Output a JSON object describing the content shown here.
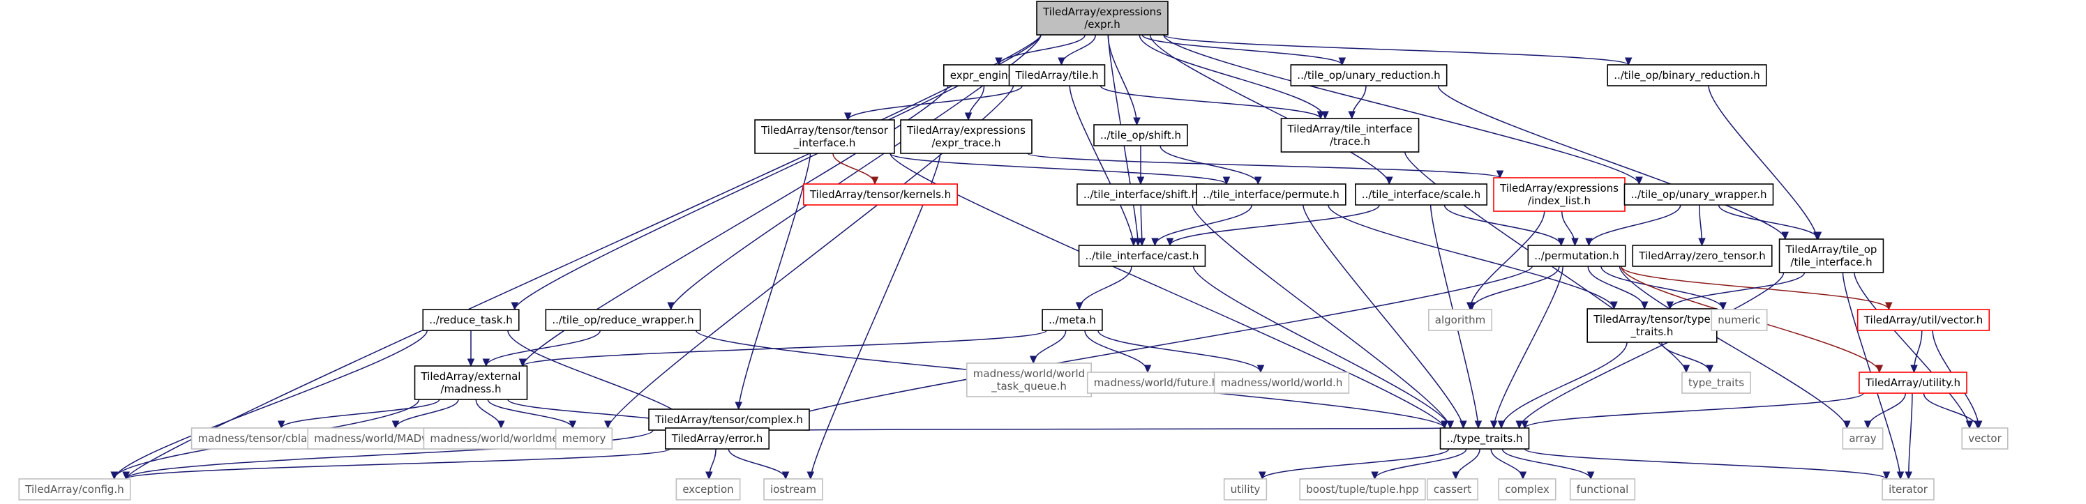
{
  "graph": {
    "colors": {
      "edge": "#191970",
      "edge_highlight": "#8b1a1a",
      "root_fill": "#bfbfbf",
      "node_border": "#000000",
      "undocumented_border": "#bfbfbf",
      "truncated_border": "#ff0000",
      "text": "#000000",
      "undocumented_text": "#555555"
    },
    "nodes": [
      {
        "id": "expr",
        "lines": [
          "TiledArray/expressions",
          "/expr.h"
        ],
        "style": "root"
      },
      {
        "id": "expr_engine",
        "lines": [
          "expr_engine.h"
        ],
        "style": "normal"
      },
      {
        "id": "tile",
        "lines": [
          "TiledArray/tile.h"
        ],
        "style": "normal"
      },
      {
        "id": "unary_reduction",
        "lines": [
          "../tile_op/unary_reduction.h"
        ],
        "style": "normal"
      },
      {
        "id": "binary_reduction",
        "lines": [
          "../tile_op/binary_reduction.h"
        ],
        "style": "normal"
      },
      {
        "id": "tensor_interface",
        "lines": [
          "TiledArray/tensor/tensor",
          "_interface.h"
        ],
        "style": "normal"
      },
      {
        "id": "expr_trace",
        "lines": [
          "TiledArray/expressions",
          "/expr_trace.h"
        ],
        "style": "normal"
      },
      {
        "id": "shift_op",
        "lines": [
          "../tile_op/shift.h"
        ],
        "style": "normal"
      },
      {
        "id": "tile_trace",
        "lines": [
          "TiledArray/tile_interface",
          "/trace.h"
        ],
        "style": "normal"
      },
      {
        "id": "kernels",
        "lines": [
          "TiledArray/tensor/kernels.h"
        ],
        "style": "truncated"
      },
      {
        "id": "index_list",
        "lines": [
          "TiledArray/expressions",
          "/index_list.h"
        ],
        "style": "truncated"
      },
      {
        "id": "unary_wrapper",
        "lines": [
          "../tile_op/unary_wrapper.h"
        ],
        "style": "normal"
      },
      {
        "id": "ti_shift",
        "lines": [
          "../tile_interface/shift.h"
        ],
        "style": "normal"
      },
      {
        "id": "ti_permute",
        "lines": [
          "../tile_interface/permute.h"
        ],
        "style": "normal"
      },
      {
        "id": "ti_scale",
        "lines": [
          "../tile_interface/scale.h"
        ],
        "style": "normal"
      },
      {
        "id": "ti_cast",
        "lines": [
          "../tile_interface/cast.h"
        ],
        "style": "normal"
      },
      {
        "id": "permutation",
        "lines": [
          "../permutation.h"
        ],
        "style": "normal"
      },
      {
        "id": "zero_tensor",
        "lines": [
          "TiledArray/zero_tensor.h"
        ],
        "style": "normal"
      },
      {
        "id": "tileop_ti",
        "lines": [
          "TiledArray/tile_op",
          "/tile_interface.h"
        ],
        "style": "normal"
      },
      {
        "id": "reduce_task",
        "lines": [
          "../reduce_task.h"
        ],
        "style": "normal"
      },
      {
        "id": "reduce_wrapper",
        "lines": [
          "../tile_op/reduce_wrapper.h"
        ],
        "style": "normal"
      },
      {
        "id": "meta",
        "lines": [
          "../meta.h"
        ],
        "style": "normal"
      },
      {
        "id": "algorithm",
        "lines": [
          "algorithm"
        ],
        "style": "undocumented"
      },
      {
        "id": "type_traits_tensor",
        "lines": [
          "TiledArray/tensor/type",
          "_traits.h"
        ],
        "style": "normal"
      },
      {
        "id": "numeric",
        "lines": [
          "numeric"
        ],
        "style": "undocumented"
      },
      {
        "id": "util_vector",
        "lines": [
          "TiledArray/util/vector.h"
        ],
        "style": "truncated"
      },
      {
        "id": "external_madness",
        "lines": [
          "TiledArray/external",
          "/madness.h"
        ],
        "style": "normal"
      },
      {
        "id": "world_task_queue",
        "lines": [
          "madness/world/world",
          "_task_queue.h"
        ],
        "style": "undocumented"
      },
      {
        "id": "future",
        "lines": [
          "madness/world/future.h"
        ],
        "style": "undocumented"
      },
      {
        "id": "world",
        "lines": [
          "madness/world/world.h"
        ],
        "style": "undocumented"
      },
      {
        "id": "complex_h",
        "lines": [
          "TiledArray/tensor/complex.h"
        ],
        "style": "normal"
      },
      {
        "id": "std_type_traits",
        "lines": [
          "type_traits"
        ],
        "style": "undocumented"
      },
      {
        "id": "utility_h",
        "lines": [
          "TiledArray/utility.h"
        ],
        "style": "truncated"
      },
      {
        "id": "cblas",
        "lines": [
          "madness/tensor/cblas.h"
        ],
        "style": "undocumented"
      },
      {
        "id": "madworld",
        "lines": [
          "madness/world/MADworld.h"
        ],
        "style": "undocumented"
      },
      {
        "id": "worldmem",
        "lines": [
          "madness/world/worldmem.h"
        ],
        "style": "undocumented"
      },
      {
        "id": "memory",
        "lines": [
          "memory"
        ],
        "style": "undocumented"
      },
      {
        "id": "error",
        "lines": [
          "TiledArray/error.h"
        ],
        "style": "normal"
      },
      {
        "id": "ta_type_traits",
        "lines": [
          "../type_traits.h"
        ],
        "style": "normal"
      },
      {
        "id": "array",
        "lines": [
          "array"
        ],
        "style": "undocumented"
      },
      {
        "id": "vector",
        "lines": [
          "vector"
        ],
        "style": "undocumented"
      },
      {
        "id": "config",
        "lines": [
          "TiledArray/config.h"
        ],
        "style": "undocumented"
      },
      {
        "id": "exception",
        "lines": [
          "exception"
        ],
        "style": "undocumented"
      },
      {
        "id": "iostream",
        "lines": [
          "iostream"
        ],
        "style": "undocumented"
      },
      {
        "id": "utility",
        "lines": [
          "utility"
        ],
        "style": "undocumented"
      },
      {
        "id": "tuple",
        "lines": [
          "boost/tuple/tuple.hpp"
        ],
        "style": "undocumented"
      },
      {
        "id": "cassert",
        "lines": [
          "cassert"
        ],
        "style": "undocumented"
      },
      {
        "id": "complex",
        "lines": [
          "complex"
        ],
        "style": "undocumented"
      },
      {
        "id": "functional",
        "lines": [
          "functional"
        ],
        "style": "undocumented"
      },
      {
        "id": "iterator",
        "lines": [
          "iterator"
        ],
        "style": "undocumented"
      }
    ],
    "edges": [
      [
        "expr",
        "expr_engine"
      ],
      [
        "expr",
        "tile"
      ],
      [
        "expr",
        "unary_reduction"
      ],
      [
        "expr",
        "binary_reduction"
      ],
      [
        "expr",
        "tile_trace"
      ],
      [
        "expr",
        "shift_op"
      ],
      [
        "expr",
        "ti_scale"
      ],
      [
        "expr",
        "unary_wrapper"
      ],
      [
        "expr",
        "reduce_task"
      ],
      [
        "expr",
        "reduce_wrapper"
      ],
      [
        "expr",
        "config"
      ],
      [
        "expr",
        "ti_cast"
      ],
      [
        "expr_engine",
        "expr_trace"
      ],
      [
        "expr_engine",
        "external_madness"
      ],
      [
        "tile",
        "tensor_interface"
      ],
      [
        "tile",
        "tile_trace"
      ],
      [
        "tile",
        "ti_cast"
      ],
      [
        "tile",
        "memory"
      ],
      [
        "unary_reduction",
        "tile_trace"
      ],
      [
        "unary_reduction",
        "tileop_ti"
      ],
      [
        "binary_reduction",
        "tileop_ti"
      ],
      [
        "tensor_interface",
        "kernels",
        "red"
      ],
      [
        "tensor_interface",
        "ti_permute"
      ],
      [
        "tensor_interface",
        "complex_h"
      ],
      [
        "tensor_interface",
        "ta_type_traits"
      ],
      [
        "expr_trace",
        "index_list"
      ],
      [
        "expr_trace",
        "iostream"
      ],
      [
        "shift_op",
        "ti_shift"
      ],
      [
        "shift_op",
        "ti_permute"
      ],
      [
        "tile_trace",
        "std_type_traits"
      ],
      [
        "index_list",
        "permutation"
      ],
      [
        "index_list",
        "algorithm"
      ],
      [
        "unary_wrapper",
        "permutation"
      ],
      [
        "unary_wrapper",
        "zero_tensor"
      ],
      [
        "unary_wrapper",
        "tileop_ti"
      ],
      [
        "ti_shift",
        "ti_cast"
      ],
      [
        "ti_shift",
        "ta_type_traits"
      ],
      [
        "ti_permute",
        "ti_cast"
      ],
      [
        "ti_permute",
        "type_traits_tensor"
      ],
      [
        "ti_permute",
        "ta_type_traits"
      ],
      [
        "ti_scale",
        "ti_cast"
      ],
      [
        "ti_scale",
        "permutation"
      ],
      [
        "ti_scale",
        "ta_type_traits"
      ],
      [
        "ti_cast",
        "meta"
      ],
      [
        "ti_cast",
        "ta_type_traits"
      ],
      [
        "permutation",
        "algorithm"
      ],
      [
        "permutation",
        "type_traits_tensor"
      ],
      [
        "permutation",
        "numeric"
      ],
      [
        "permutation",
        "util_vector",
        "red"
      ],
      [
        "permutation",
        "utility_h",
        "red"
      ],
      [
        "permutation",
        "array"
      ],
      [
        "permutation",
        "error"
      ],
      [
        "permutation",
        "ta_type_traits"
      ],
      [
        "tileop_ti",
        "type_traits_tensor"
      ],
      [
        "tileop_ti",
        "ta_type_traits"
      ],
      [
        "tileop_ti",
        "vector"
      ],
      [
        "tileop_ti",
        "iterator"
      ],
      [
        "reduce_task",
        "external_madness"
      ],
      [
        "reduce_task",
        "error"
      ],
      [
        "reduce_task",
        "config"
      ],
      [
        "reduce_wrapper",
        "external_madness"
      ],
      [
        "reduce_wrapper",
        "ta_type_traits"
      ],
      [
        "meta",
        "external_madness"
      ],
      [
        "meta",
        "world_task_queue"
      ],
      [
        "meta",
        "future"
      ],
      [
        "meta",
        "world"
      ],
      [
        "type_traits_tensor",
        "std_type_traits"
      ],
      [
        "type_traits_tensor",
        "ta_type_traits"
      ],
      [
        "util_vector",
        "utility_h"
      ],
      [
        "util_vector",
        "vector"
      ],
      [
        "external_madness",
        "cblas"
      ],
      [
        "external_madness",
        "madworld"
      ],
      [
        "external_madness",
        "worldmem"
      ],
      [
        "external_madness",
        "memory"
      ],
      [
        "external_madness",
        "error"
      ],
      [
        "external_madness",
        "config"
      ],
      [
        "complex_h",
        "ta_type_traits"
      ],
      [
        "complex_h",
        "config"
      ],
      [
        "utility_h",
        "ta_type_traits"
      ],
      [
        "utility_h",
        "array"
      ],
      [
        "utility_h",
        "vector"
      ],
      [
        "utility_h",
        "iterator"
      ],
      [
        "error",
        "config"
      ],
      [
        "error",
        "exception"
      ],
      [
        "error",
        "iostream"
      ],
      [
        "ta_type_traits",
        "utility"
      ],
      [
        "ta_type_traits",
        "tuple"
      ],
      [
        "ta_type_traits",
        "cassert"
      ],
      [
        "ta_type_traits",
        "complex"
      ],
      [
        "ta_type_traits",
        "functional"
      ],
      [
        "ta_type_traits",
        "iterator"
      ]
    ]
  }
}
